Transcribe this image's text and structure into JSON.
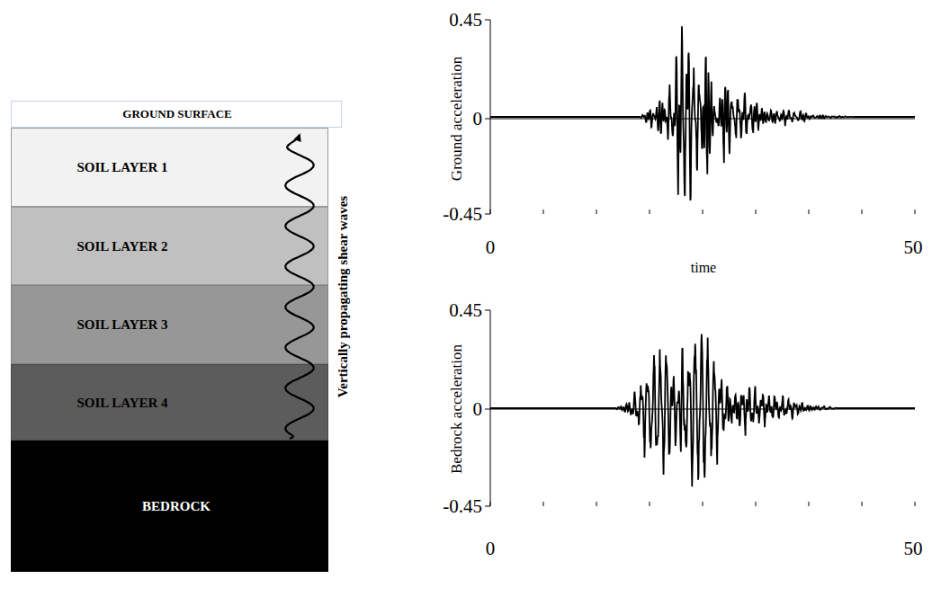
{
  "diagram": {
    "nodes": [
      {
        "text": [
          "GROUND SURFACE"
        ]
      },
      {
        "text": [
          "SOIL LAYER 1"
        ]
      },
      {
        "text": [
          "SOIL LAYER 2"
        ]
      },
      {
        "text": [
          "SOIL LAYER 3"
        ]
      },
      {
        "text": [
          "SOIL LAYER 4"
        ]
      },
      {
        "text": [
          "BEDROCK"
        ]
      }
    ],
    "labels": [
      "Vertically propagating shear waves",
      "Ground acceleration",
      "0.45",
      "0",
      "-0.45",
      "0",
      "50",
      "time",
      "Bedrock acceleration",
      "0.45",
      "0",
      "-0.45",
      "0",
      "50"
    ]
  }
}
